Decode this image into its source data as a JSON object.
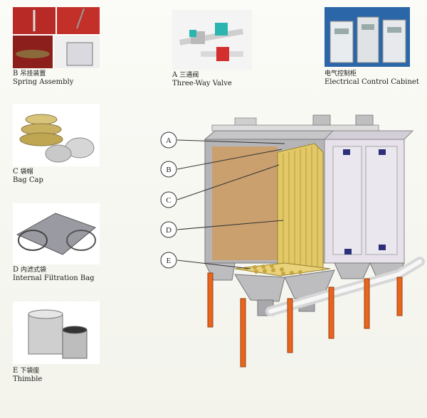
{
  "components": [
    {
      "letter": "B",
      "zh": "吊挂装置",
      "en": "Spring Assembly"
    },
    {
      "letter": "A",
      "zh": "三通阀",
      "en": "Three-Way Valve"
    },
    {
      "letter": "",
      "zh": "电气控制柜",
      "en": "Electrical Control Cabinet"
    },
    {
      "letter": "C",
      "zh": "袋帽",
      "en": "Bag Cap"
    },
    {
      "letter": "D",
      "zh": "内滤式袋",
      "en": "Internal Filtration Bag"
    },
    {
      "letter": "E",
      "zh": "下袋座",
      "en": "Thimble"
    }
  ],
  "callouts": [
    "A",
    "B",
    "C",
    "D",
    "E"
  ],
  "icons": {
    "spring": "spring-assembly-photo",
    "valve": "three-way-valve-photo",
    "cabinet": "control-cabinet-photo",
    "cap": "bag-cap-photo",
    "bag": "filter-bag-photo",
    "thimble": "thimble-photo",
    "collector": "baghouse-illustration"
  },
  "colors": {
    "frame": "#a9a9ad",
    "panel": "#e7e2ec",
    "leg": "#e8651d",
    "bag": "#e9d27a",
    "wall": "#c99a6a",
    "pipe": "#ececec"
  }
}
